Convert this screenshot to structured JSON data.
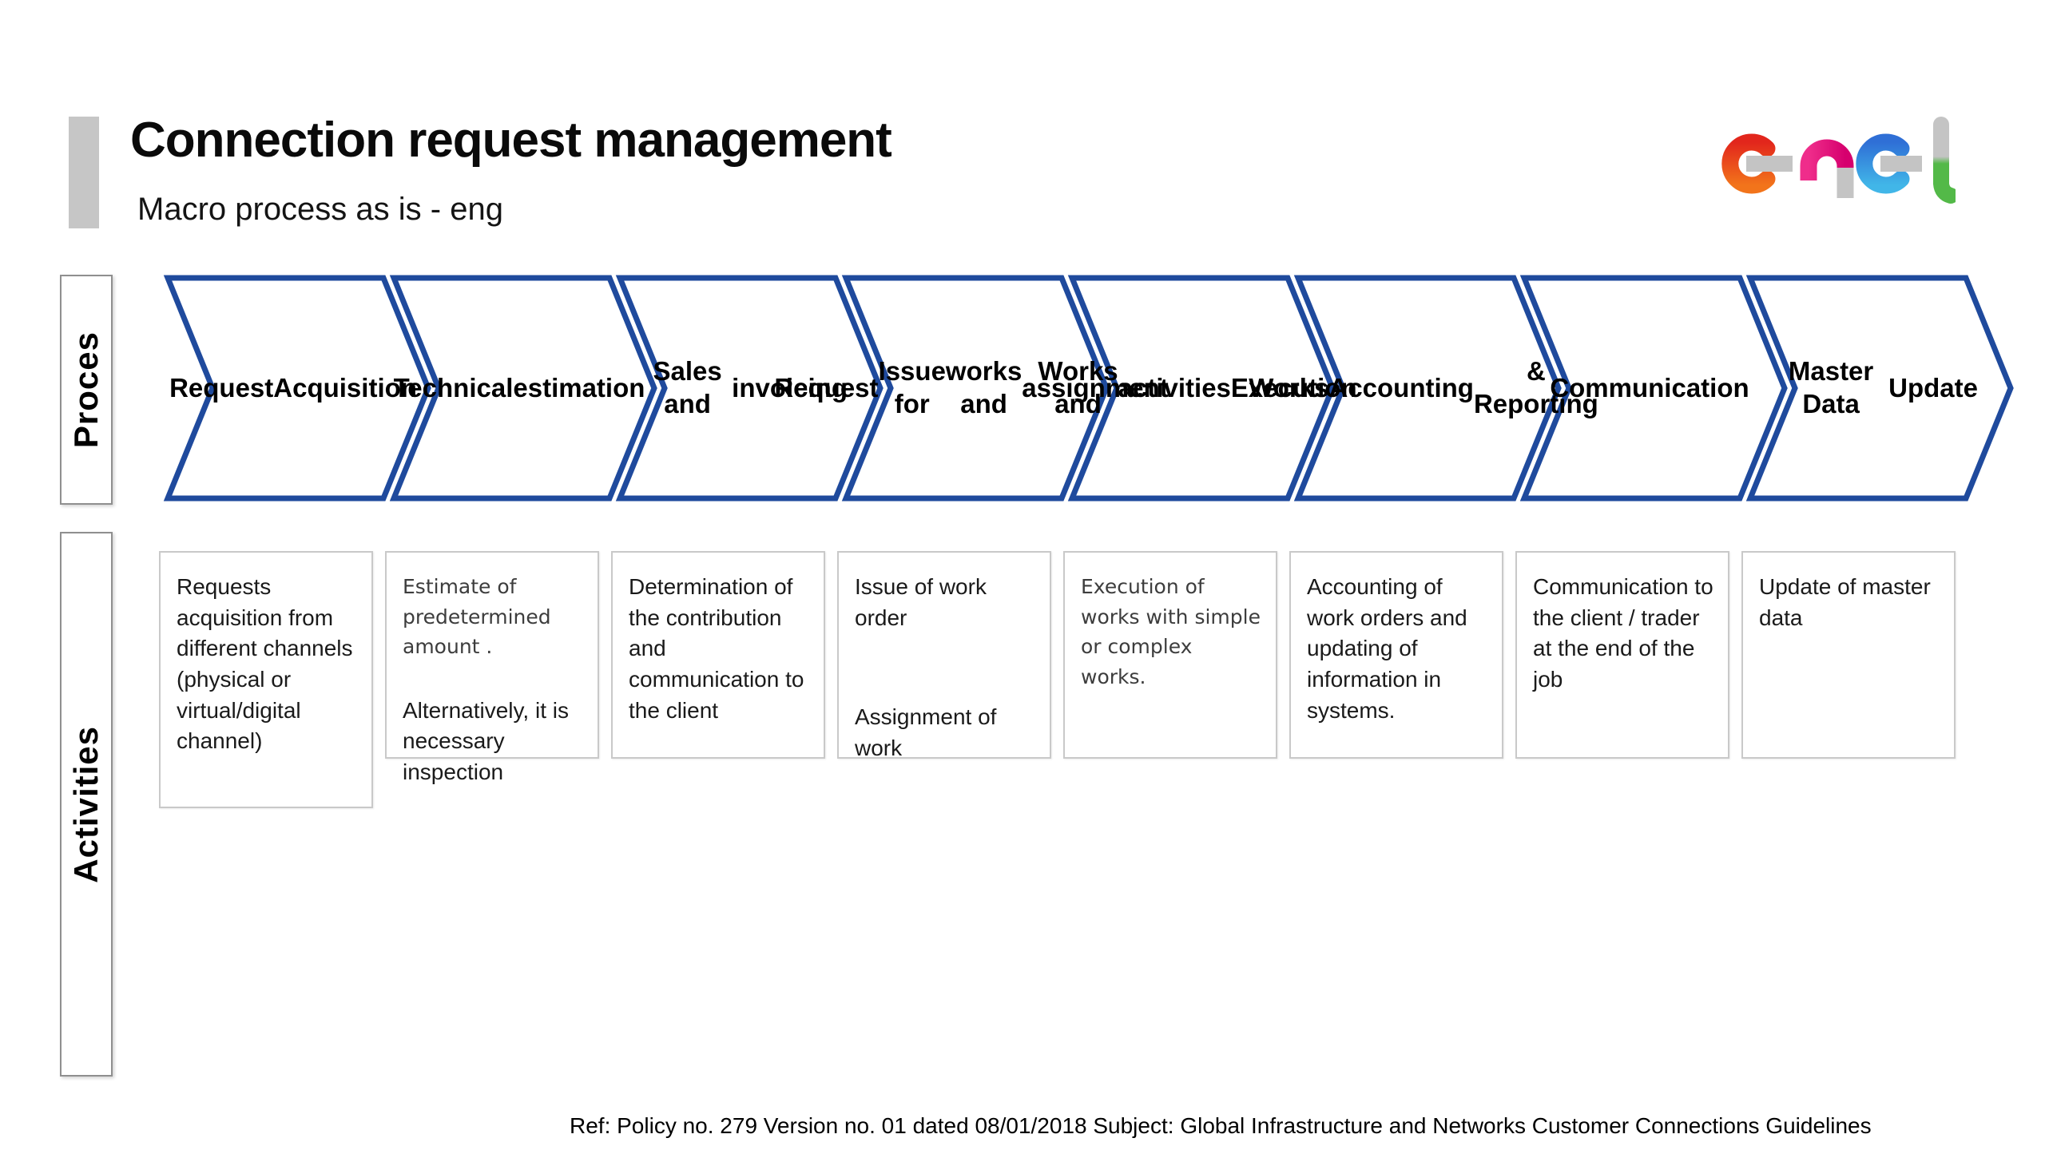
{
  "header": {
    "title": "Connection request management",
    "subtitle": "Macro process as is - eng",
    "logo_name": "enel"
  },
  "lanes": {
    "process_label": "Proces",
    "activities_label": "Activities"
  },
  "colors": {
    "chevron_border": "#1f4a9d",
    "accent_bar": "#c6c6c6",
    "box_border": "#c9c9c9",
    "logo_red": "#e2261c",
    "logo_orange": "#f2741b",
    "logo_pink": "#ef2d8b",
    "logo_magenta": "#d6006e",
    "logo_blue": "#2f6fd6",
    "logo_cyan": "#41b6e8",
    "logo_green": "#53b948",
    "logo_gray": "#c4c4c4"
  },
  "process_steps": [
    {
      "label": "Request Acquisition",
      "lines": [
        "Request",
        "Acquisition"
      ]
    },
    {
      "label": "Technical estimation",
      "lines": [
        "Technical",
        "estimation"
      ]
    },
    {
      "label": "Sales and invoicing",
      "lines": [
        "Sales and",
        "invoicing"
      ]
    },
    {
      "label": "Request Issue for works and assignment",
      "lines": [
        "Request",
        "Issue for",
        "works and",
        "assignment"
      ]
    },
    {
      "label": "Works and activities Execution",
      "lines": [
        "Works and",
        "activities",
        "Execution"
      ]
    },
    {
      "label": "Works Accounting & Reporting",
      "lines": [
        "Works",
        "Accounting",
        "& Reporting"
      ]
    },
    {
      "label": "Communication",
      "lines": [
        "Communicatio",
        "n"
      ]
    },
    {
      "label": "Master Data Update",
      "lines": [
        "Master Data",
        "Update"
      ]
    }
  ],
  "activities": [
    {
      "tall": true,
      "paragraphs": [
        {
          "text": "Requests acquisition from different channels (physical or virtual/digital channel)",
          "style": "normal",
          "gap": "none"
        }
      ]
    },
    {
      "tall": false,
      "paragraphs": [
        {
          "text": "Estimate of predetermined amount .",
          "style": "alt",
          "gap": "none"
        },
        {
          "text": "Alternatively, it is necessary inspection",
          "style": "normal",
          "gap": "medium"
        }
      ]
    },
    {
      "tall": false,
      "paragraphs": [
        {
          "text": "Determination of the contribution and communication to the client",
          "style": "normal",
          "gap": "none"
        }
      ]
    },
    {
      "tall": false,
      "paragraphs": [
        {
          "text": "Issue of work order",
          "style": "normal",
          "gap": "none"
        },
        {
          "text": "Assignment of work",
          "style": "normal",
          "gap": "large"
        }
      ]
    },
    {
      "tall": false,
      "paragraphs": [
        {
          "text": "Execution of works with simple or complex works.",
          "style": "alt",
          "gap": "none"
        }
      ]
    },
    {
      "tall": false,
      "paragraphs": [
        {
          "text": "Accounting of work orders and updating of information in systems.",
          "style": "normal",
          "gap": "none"
        }
      ]
    },
    {
      "tall": false,
      "paragraphs": [
        {
          "text": "Communication to the client / trader at the end of the job",
          "style": "normal",
          "gap": "none"
        }
      ]
    },
    {
      "tall": false,
      "paragraphs": [
        {
          "text": "Update of master data",
          "style": "normal",
          "gap": "none"
        }
      ]
    }
  ],
  "footer": {
    "reference": "Ref: Policy no. 279 Version no. 01 dated 08/01/2018 Subject: Global Infrastructure and Networks Customer Connections Guidelines"
  }
}
